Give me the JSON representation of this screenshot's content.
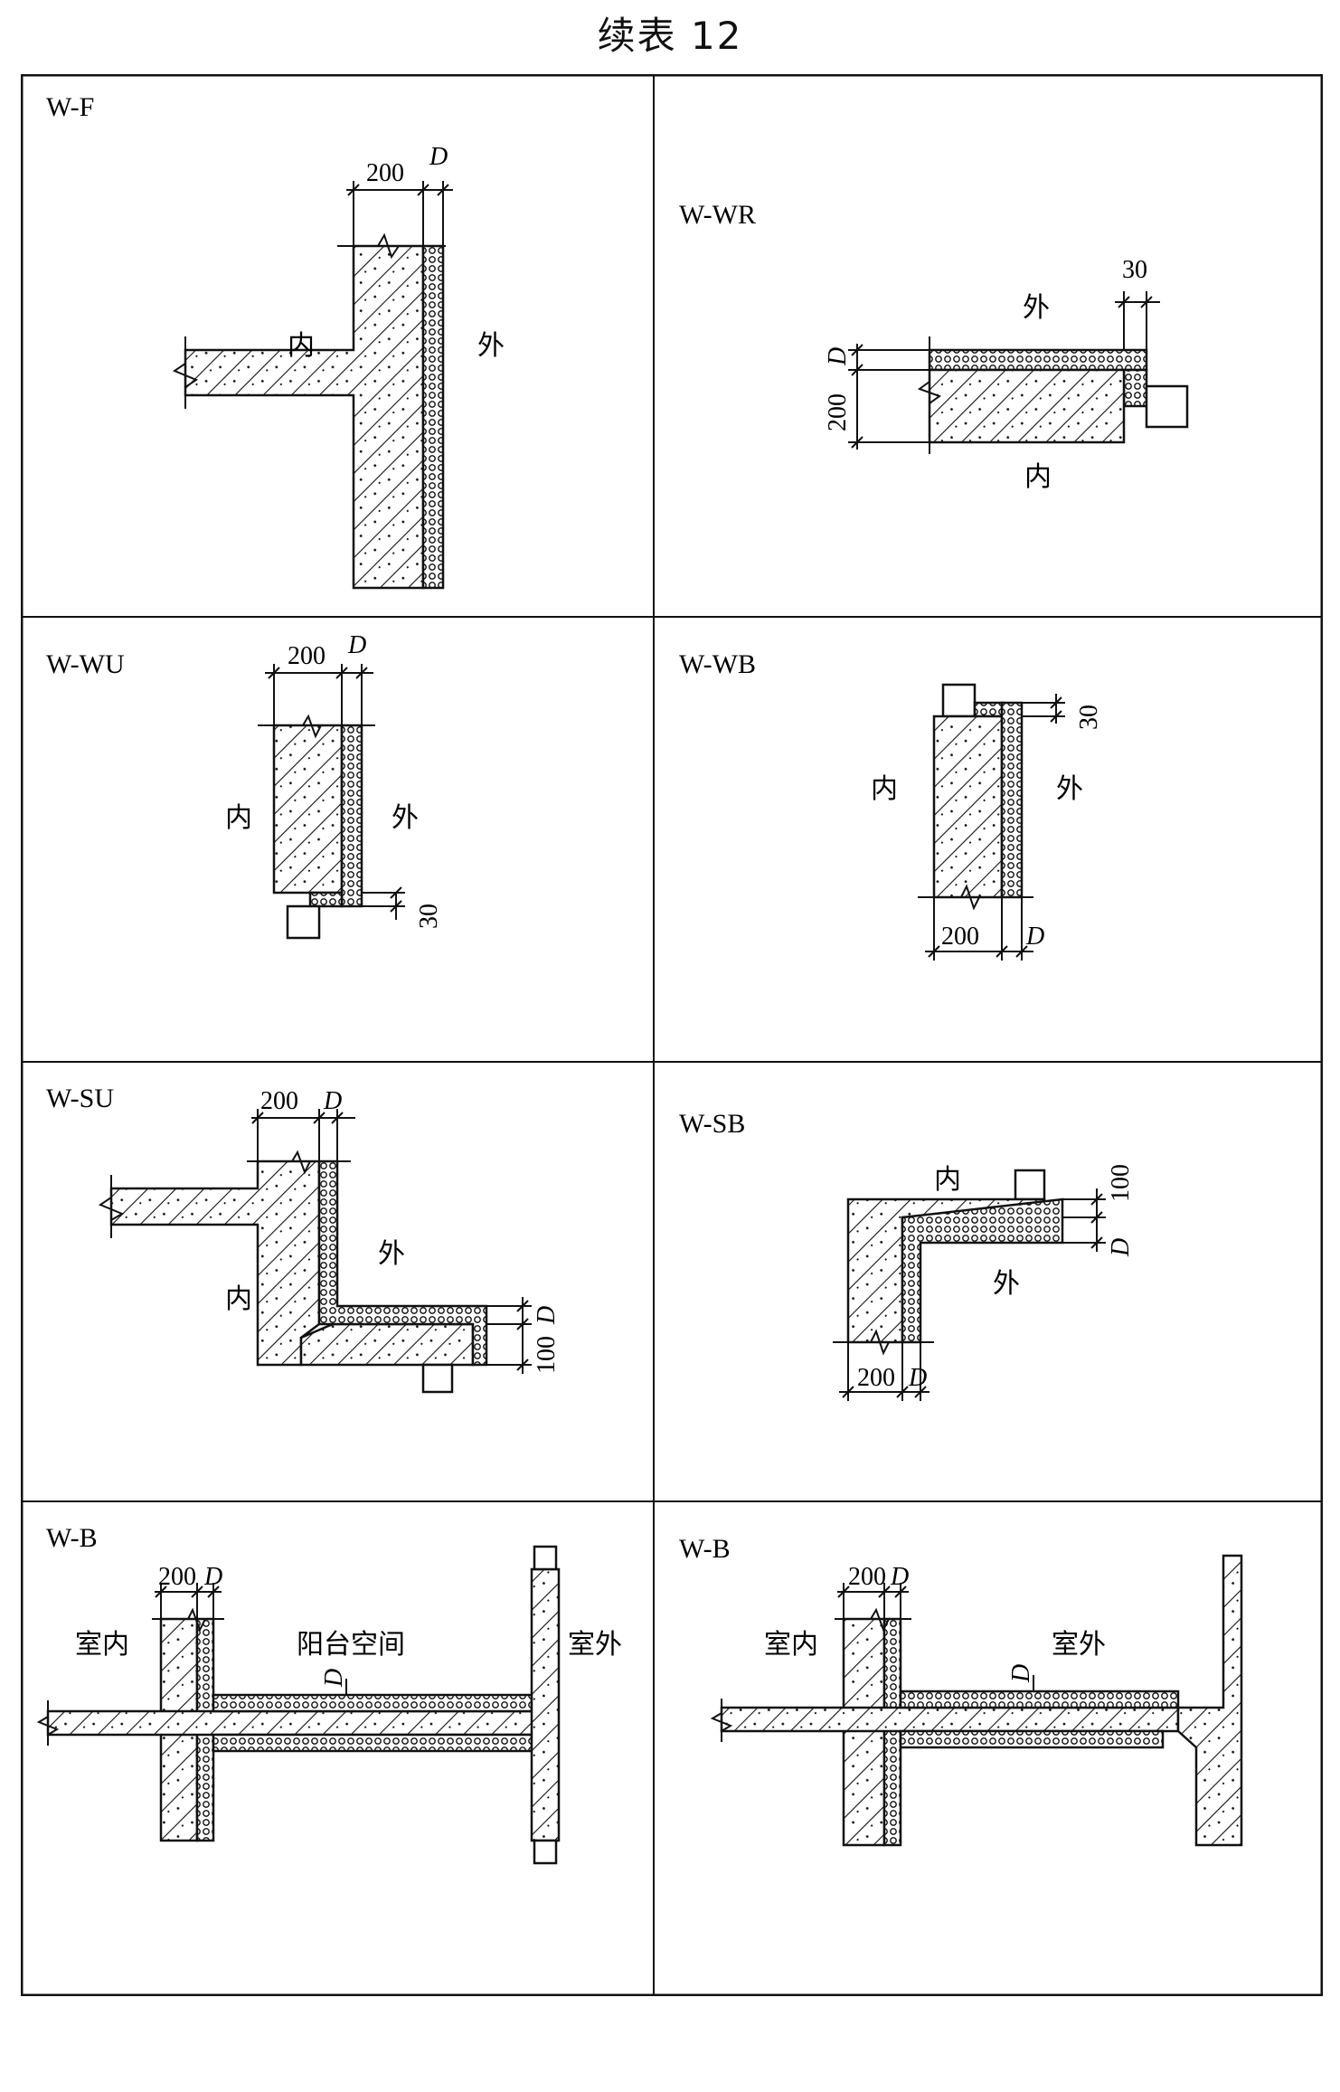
{
  "title": "续表 12",
  "panels": [
    {
      "id": "wf",
      "code": "W-F",
      "labels": {
        "inner": "内",
        "outer": "外"
      },
      "dims": {
        "wall": "200",
        "ins": "D"
      }
    },
    {
      "id": "wwr",
      "code": "W-WR",
      "labels": {
        "inner": "内",
        "outer": "外"
      },
      "dims": {
        "wall": "200",
        "ins": "D",
        "ext": "30"
      }
    },
    {
      "id": "wwu",
      "code": "W-WU",
      "labels": {
        "inner": "内",
        "outer": "外"
      },
      "dims": {
        "wall": "200",
        "ins": "D",
        "ext": "30"
      }
    },
    {
      "id": "wwb",
      "code": "W-WB",
      "labels": {
        "inner": "内",
        "outer": "外"
      },
      "dims": {
        "wall": "200",
        "ins": "D",
        "ext": "30"
      }
    },
    {
      "id": "wsu",
      "code": "W-SU",
      "labels": {
        "inner": "内",
        "outer": "外"
      },
      "dims": {
        "wall": "200",
        "ins": "D",
        "slab": "100"
      }
    },
    {
      "id": "wsb",
      "code": "W-SB",
      "labels": {
        "inner": "内",
        "outer": "外"
      },
      "dims": {
        "wall": "200",
        "ins": "D",
        "slab": "100"
      }
    },
    {
      "id": "wb1",
      "code": "W-B",
      "labels": {
        "inner": "室内",
        "middle": "阳台空间",
        "outer": "室外"
      },
      "dims": {
        "wall": "200",
        "ins": "D"
      }
    },
    {
      "id": "wb2",
      "code": "W-B",
      "labels": {
        "inner": "室内",
        "outer": "室外"
      },
      "dims": {
        "wall": "200",
        "ins": "D"
      }
    }
  ]
}
